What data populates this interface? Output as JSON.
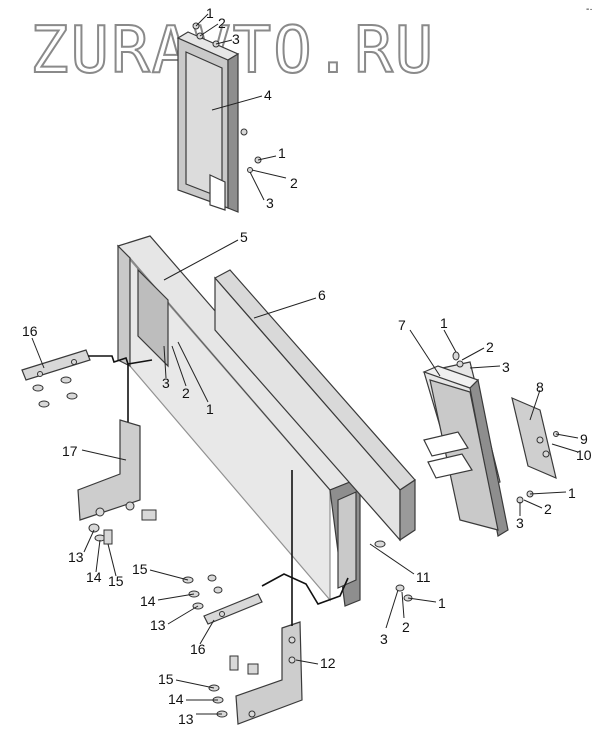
{
  "watermark": "ZURAVTO.RU",
  "corner_mark": "‐·",
  "colors": {
    "part_light": "#e6e6e6",
    "part_mid": "#c9c9c9",
    "part_dark": "#8e8e8e",
    "line": "#222222"
  },
  "callouts": {
    "top_1": "1",
    "top_2": "2",
    "top_3": "3",
    "top_4": "4",
    "upper_1": "1",
    "upper_2": "2",
    "upper_3": "3",
    "beam_5": "5",
    "panel_6": "6",
    "left_16": "16",
    "left_3": "3",
    "left_2": "2",
    "left_1": "1",
    "bracket_17": "17",
    "left_13": "13",
    "left_14": "14",
    "left_15": "15",
    "right_7": "7",
    "right_1": "1",
    "right_2": "2",
    "right_3": "3",
    "plate_8": "8",
    "right_9": "9",
    "right_10": "10",
    "lower_r_1": "1",
    "lower_r_2": "2",
    "lower_r_3": "3",
    "mid_11": "11",
    "mid_1": "1",
    "mid_2": "2",
    "mid_3": "3",
    "bot_15": "15",
    "bot_14": "14",
    "bot_13": "13",
    "bot_16": "16",
    "bracket_12": "12",
    "bb_15": "15",
    "bb_14": "14",
    "bb_13": "13"
  }
}
